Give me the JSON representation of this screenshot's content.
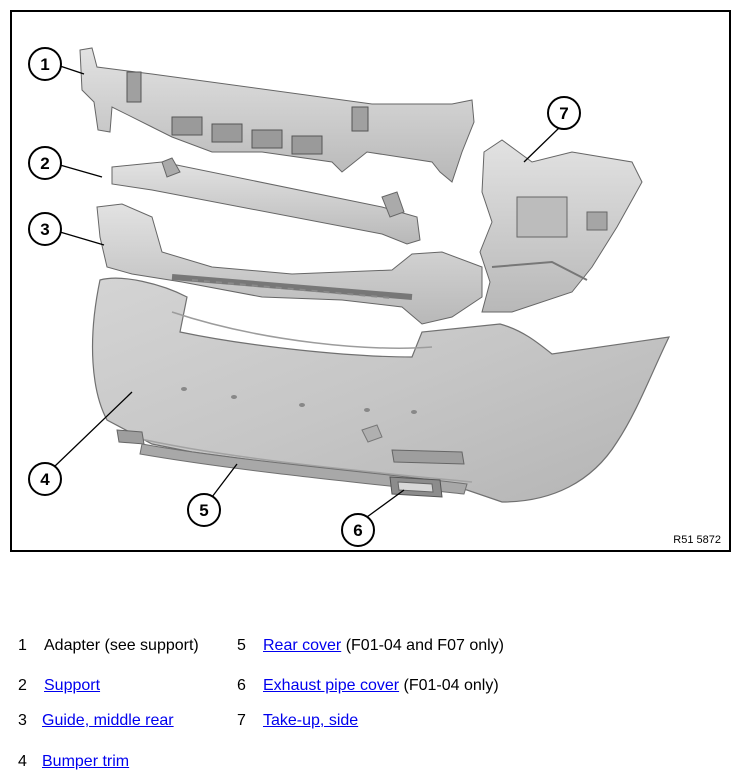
{
  "figure": {
    "reference_code": "R51 5872",
    "callouts": [
      "1",
      "2",
      "3",
      "4",
      "5",
      "6",
      "7"
    ]
  },
  "legend": [
    {
      "num": "1",
      "link": "",
      "text": "Adapter (see support)"
    },
    {
      "num": "2",
      "link": "Support",
      "text": ""
    },
    {
      "num": "3",
      "link": "Guide, middle rear",
      "text": ""
    },
    {
      "num": "4",
      "link": "Bumper trim",
      "text": ""
    },
    {
      "num": "5",
      "link": "Rear cover",
      "text": " (F01-04 and F07 only)"
    },
    {
      "num": "6",
      "link": "Exhaust pipe cover",
      "text": " (F01-04 only)"
    },
    {
      "num": "7",
      "link": "Take-up, side",
      "text": ""
    }
  ]
}
